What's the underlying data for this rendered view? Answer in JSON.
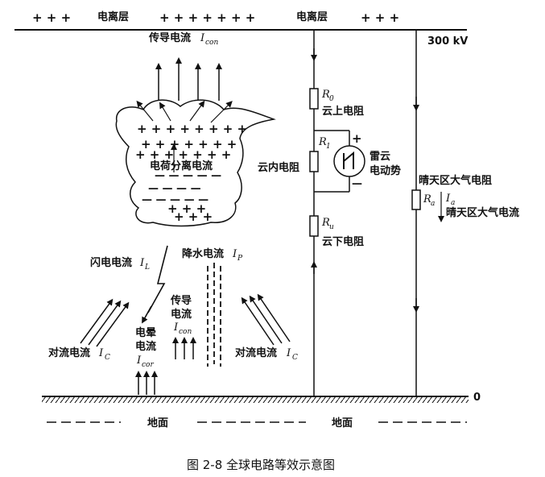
{
  "ionosphere": {
    "plus_left": "+ + +",
    "label_left": "电离层",
    "plus_mid": "+ + + + + + +",
    "label_right": "电离层",
    "plus_right": "+ + +"
  },
  "voltage_label": "300 kV",
  "zero_label": "0",
  "conduction_top": {
    "label": "传导电流",
    "symbol": "I",
    "sub": "con"
  },
  "cloud": {
    "plus_rows": [
      "+ + + + + + + +",
      "+ + + + + + +",
      "+ + + + + + +"
    ],
    "separation_label": "电荷分离电流",
    "minus_rows": [
      "— — — — —",
      "— — — —",
      "— — — — —"
    ],
    "bottom_plus": [
      "+ + +",
      "+ + +"
    ]
  },
  "circuit": {
    "r0_symbol": "R",
    "r0_sub": "0",
    "r0_label": "云上电阻",
    "r1_symbol": "R",
    "r1_sub": "1",
    "r1_label": "云内电阻",
    "emf_label_1": "雷云",
    "emf_label_2": "电动势",
    "emf_plus": "+",
    "emf_minus": "—",
    "ru_symbol": "R",
    "ru_sub": "u",
    "ru_label": "云下电阻"
  },
  "fair_weather": {
    "resistance_label": "晴天区大气电阻",
    "r_symbol": "R",
    "r_sub": "a",
    "i_symbol": "I",
    "i_sub": "a",
    "current_label": "晴天区大气电流"
  },
  "lightning": {
    "label": "闪电电流",
    "symbol": "I",
    "sub": "L"
  },
  "precipitation": {
    "label": "降水电流",
    "symbol": "I",
    "sub": "P"
  },
  "conduction_low": {
    "label_1": "传导",
    "label_2": "电流",
    "symbol": "I",
    "sub": "con"
  },
  "corona": {
    "label_1": "电晕",
    "label_2": "电流",
    "symbol": "I",
    "sub": "cor"
  },
  "convection_left": {
    "label": "对流电流",
    "symbol": "I",
    "sub": "C"
  },
  "convection_right": {
    "label": "对流电流",
    "symbol": "I",
    "sub": "C"
  },
  "ground_label_left": "地面",
  "ground_label_right": "地面",
  "caption": "图 2-8   全球电路等效示意图"
}
